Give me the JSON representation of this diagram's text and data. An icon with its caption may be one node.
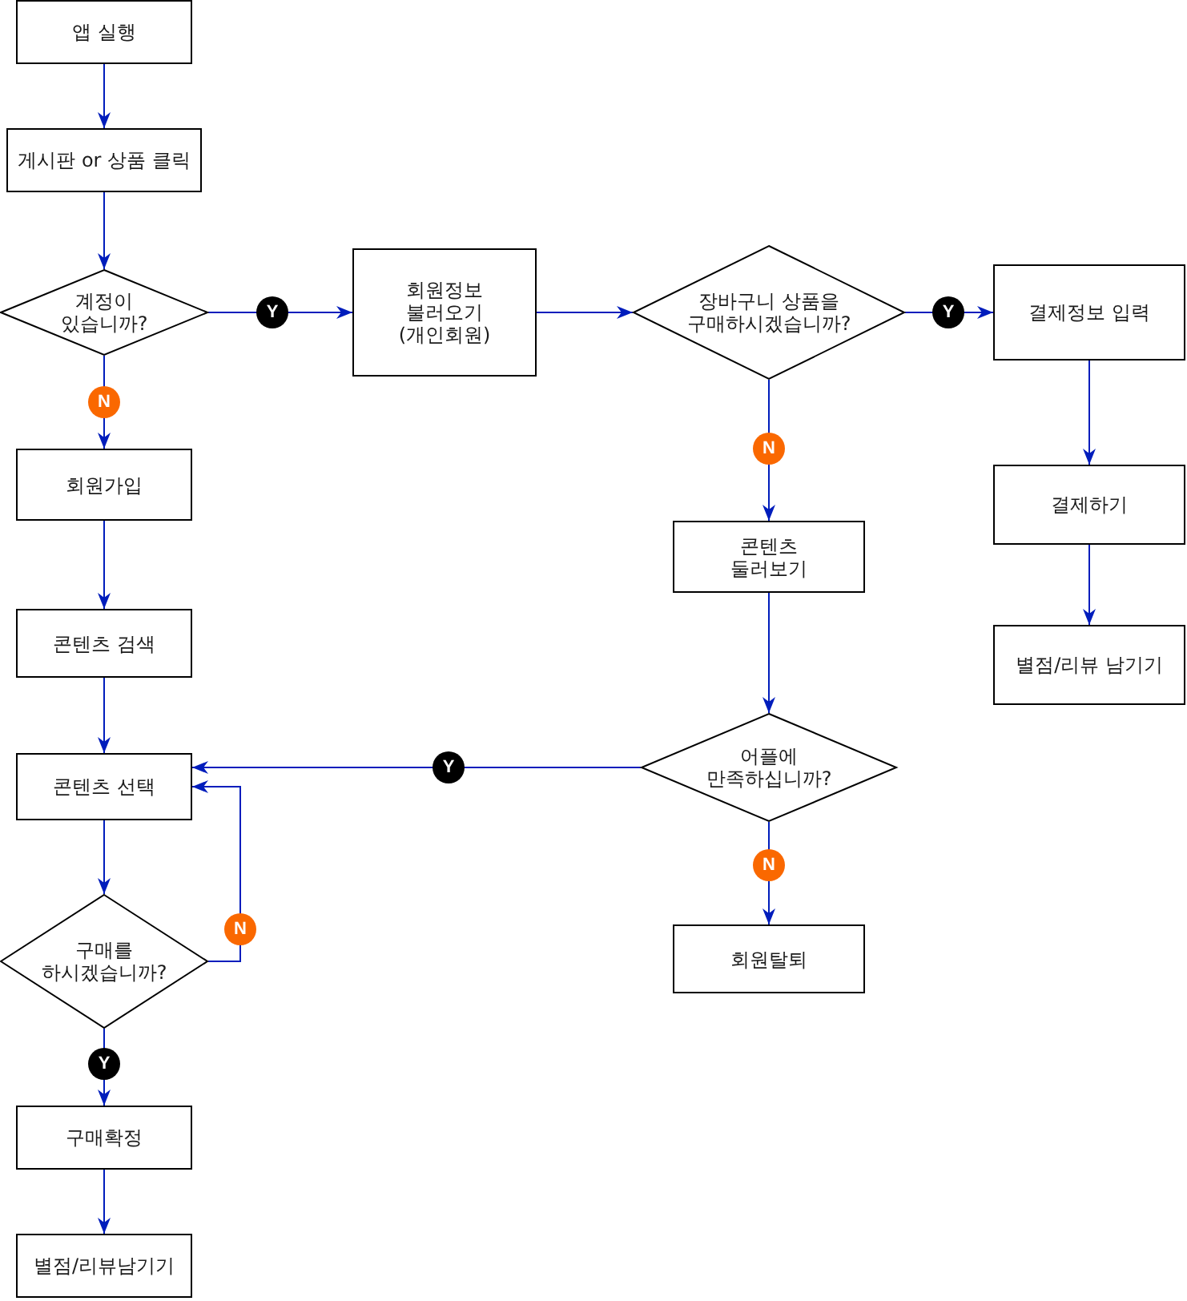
{
  "diagram": {
    "nodes": [
      {
        "text": [
          "앱 실행"
        ]
      },
      {
        "text": [
          "게시판 or 상품 클릭"
        ]
      },
      {
        "text": [
          "계정이 있습니까?"
        ]
      },
      {
        "text": [
          "회원정보 불러오기 (개인회원)"
        ]
      },
      {
        "text": [
          "장바구니 상품을 구매하시겠습니까?"
        ]
      },
      {
        "text": [
          "결제정보 입력"
        ]
      },
      {
        "text": [
          "결제하기"
        ]
      },
      {
        "text": [
          "별점/리뷰 남기기"
        ]
      },
      {
        "text": [
          "회원가입"
        ]
      },
      {
        "text": [
          "콘텐츠 검색"
        ]
      },
      {
        "text": [
          "콘텐츠 둘러보기"
        ]
      },
      {
        "text": [
          "어플에 만족하십니까?"
        ]
      },
      {
        "text": [
          "콘텐츠 선택"
        ]
      },
      {
        "text": [
          "구매를 하시겠습니까?"
        ]
      },
      {
        "text": [
          "회원탈퇴"
        ]
      },
      {
        "text": [
          "구매확정"
        ]
      },
      {
        "text": [
          "별점/리뷰남기기"
        ]
      }
    ],
    "edges": [
      {
        "from": 0,
        "to": 1,
        "arrow": "to"
      },
      {
        "from": 1,
        "to": 2,
        "arrow": "to"
      },
      {
        "from": 2,
        "to": 3,
        "label": "Y",
        "arrow": "to"
      },
      {
        "from": 2,
        "to": 8,
        "label": "N",
        "arrow": "to"
      },
      {
        "from": 3,
        "to": 4,
        "arrow": "to"
      },
      {
        "from": 4,
        "to": 5,
        "label": "Y",
        "arrow": "to"
      },
      {
        "from": 4,
        "to": 10,
        "label": "N",
        "arrow": "to"
      },
      {
        "from": 5,
        "to": 6,
        "arrow": "to"
      },
      {
        "from": 6,
        "to": 7,
        "arrow": "to"
      },
      {
        "from": 8,
        "to": 9,
        "arrow": "to"
      },
      {
        "from": 9,
        "to": 12,
        "arrow": "to"
      },
      {
        "from": 10,
        "to": 11,
        "arrow": "to"
      },
      {
        "from": 11,
        "to": 12,
        "label": "Y",
        "arrow": "to"
      },
      {
        "from": 11,
        "to": 14,
        "label": "N",
        "arrow": "to"
      },
      {
        "from": 12,
        "to": 13,
        "arrow": "to"
      },
      {
        "from": 13,
        "to": 12,
        "label": "N",
        "arrow": "to"
      },
      {
        "from": 13,
        "to": 15,
        "label": "Y",
        "arrow": "to"
      },
      {
        "from": 15,
        "to": 16,
        "arrow": "to"
      }
    ]
  }
}
